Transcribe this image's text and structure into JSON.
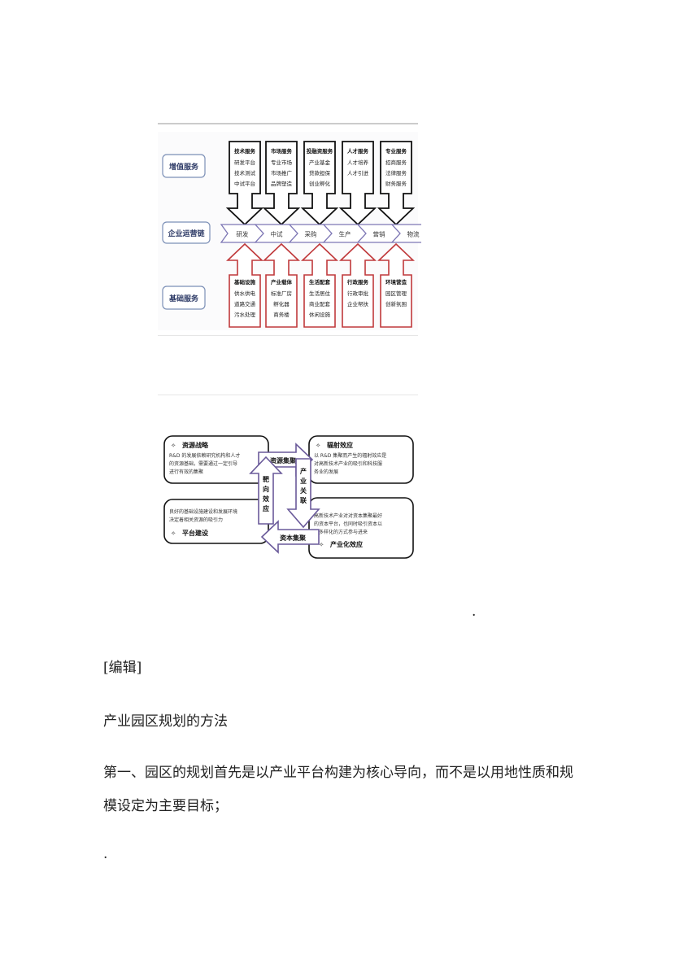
{
  "diagram1": {
    "value_added_label": "增值服务",
    "chain_label": "企业运营链",
    "base_label": "基础服务",
    "top_boxes": [
      {
        "title": "技术服务",
        "lines": [
          "研发平台",
          "技术测试",
          "中试平台"
        ]
      },
      {
        "title": "市场服务",
        "lines": [
          "专业市场",
          "市场推广",
          "品牌塑造"
        ]
      },
      {
        "title": "投融资服务",
        "lines": [
          "产业基金",
          "贷款担保",
          "创业孵化"
        ]
      },
      {
        "title": "人才服务",
        "lines": [
          "人才培养",
          "人才引进"
        ]
      },
      {
        "title": "专业服务",
        "lines": [
          "招商服务",
          "法律服务",
          "财务服务"
        ]
      }
    ],
    "chain_steps": [
      "研发",
      "中试",
      "采购",
      "生产",
      "营销",
      "物流"
    ],
    "bottom_boxes": [
      {
        "title": "基础设施",
        "lines": [
          "供水供电",
          "道路交通",
          "污水处理"
        ]
      },
      {
        "title": "产业载体",
        "lines": [
          "标准厂房",
          "孵化器",
          "商务楼"
        ]
      },
      {
        "title": "生活配套",
        "lines": [
          "生活居住",
          "商业配套",
          "休闲设施"
        ]
      },
      {
        "title": "行政服务",
        "lines": [
          "行政审批",
          "企业帮扶"
        ]
      },
      {
        "title": "环境营造",
        "lines": [
          "园区管理",
          "创新氛围"
        ]
      }
    ]
  },
  "diagram2": {
    "tl_title": "资源战略",
    "tl_text": [
      "R&D 的发展依赖研究机构和人才",
      "的资源基础，需要通过一定引导",
      "进行有效的集聚"
    ],
    "tr_title": "辐射效应",
    "tr_text": [
      "以 R&D 集聚而产生的辐射效应是",
      "对高新技术产业的吸引和科技服",
      "务业的发展"
    ],
    "bl_title": "平台建设",
    "bl_text": [
      "良好的基础设施建设和发展环境",
      "决定着相关资源的吸引力"
    ],
    "br_title": "产业化效应",
    "br_text": [
      "高新技术产业对对资本集聚最好",
      "的资本平台，也同时吸引资本以",
      "更多样化的方式参与进来"
    ],
    "arrow_top": "资源集聚",
    "arrow_bottom": "资本集聚",
    "arrow_left": [
      "靶",
      "向",
      "效",
      "应"
    ],
    "arrow_right": [
      "产",
      "业",
      "关",
      "联"
    ],
    "bullet": "✧"
  },
  "text": {
    "dot1": ".",
    "edit_link": "[编辑]",
    "heading": "产业园区规划的方法",
    "para_line1": "第一、园区的规划首先是以产业平台构建为核心导向，而不是以用地性质和规",
    "para_line2": "模设定为主要目标；",
    "dot2": "."
  }
}
